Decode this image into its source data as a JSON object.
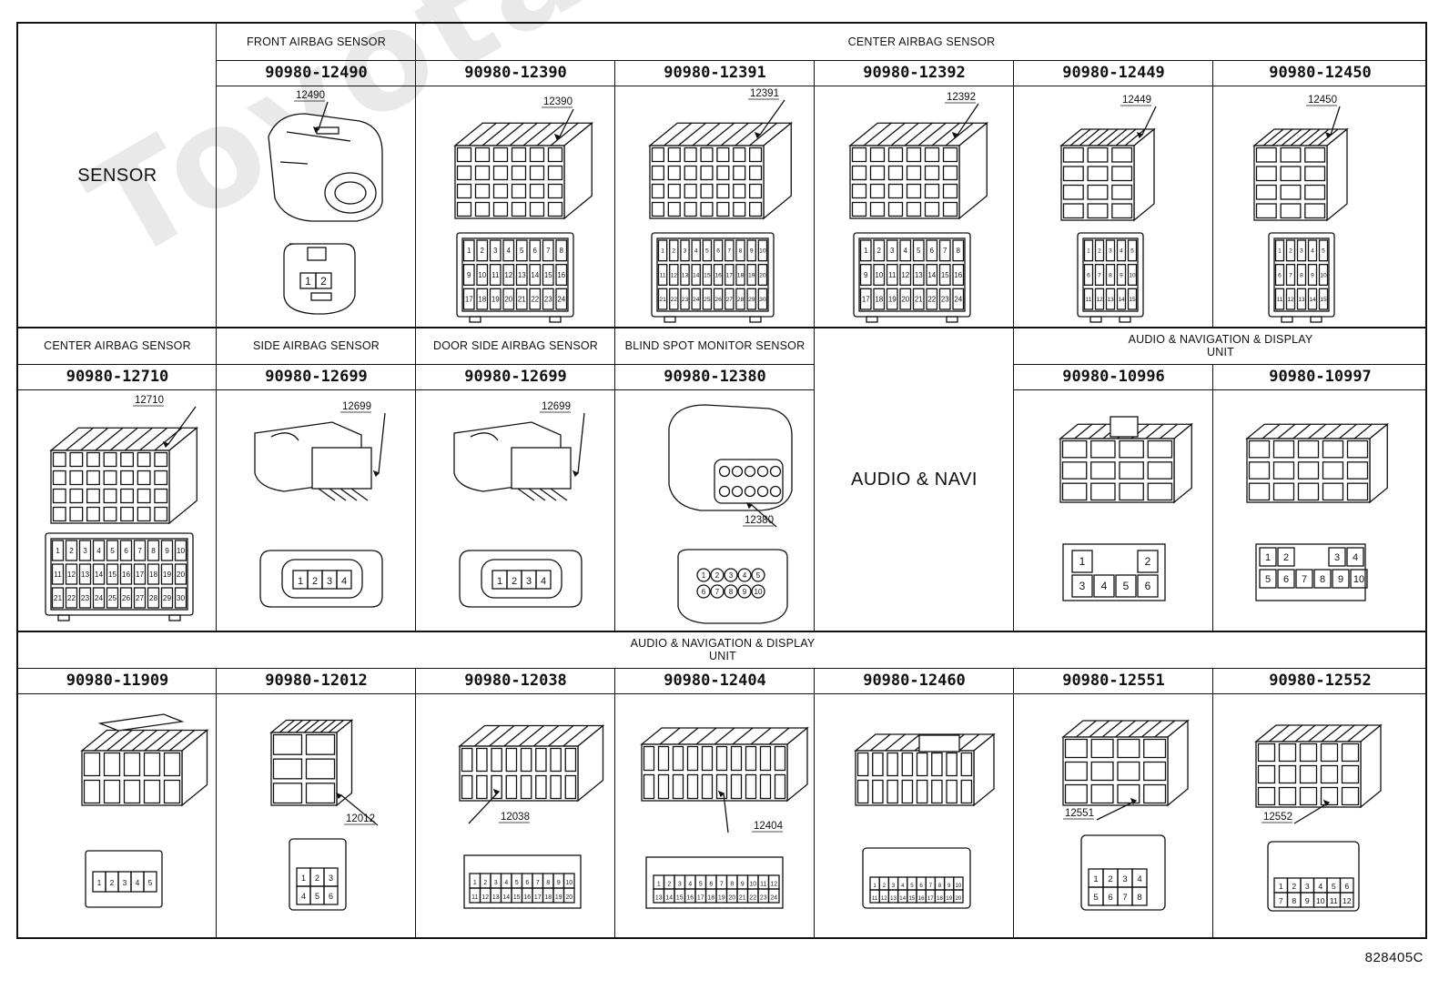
{
  "figure_code": "828405C",
  "watermark": "ToyotaCarMine.ru",
  "row1": {
    "left_label": "SENSOR",
    "front_header": "FRONT AIRBAG SENSOR",
    "center_header": "CENTER AIRBAG SENSOR",
    "connectors": [
      {
        "pn": "90980-12490",
        "callout": "12490",
        "pins": [
          "1",
          "2"
        ]
      },
      {
        "pn": "90980-12390",
        "callout": "12390",
        "pins": [
          "1",
          "2",
          "3",
          "4",
          "5",
          "6",
          "7",
          "8",
          "9",
          "10",
          "11",
          "12",
          "13",
          "14",
          "15",
          "16",
          "17",
          "18",
          "19",
          "20",
          "21",
          "22",
          "23",
          "24"
        ]
      },
      {
        "pn": "90980-12391",
        "callout": "12391",
        "pins": [
          "1",
          "2",
          "3",
          "4",
          "5",
          "6",
          "7",
          "8",
          "9",
          "10",
          "11",
          "12",
          "13",
          "14",
          "15",
          "16",
          "17",
          "18",
          "19",
          "20",
          "21",
          "22",
          "23",
          "24",
          "25",
          "26",
          "27",
          "28",
          "29",
          "30"
        ]
      },
      {
        "pn": "90980-12392",
        "callout": "12392",
        "pins": [
          "1",
          "2",
          "3",
          "4",
          "5",
          "6",
          "7",
          "8",
          "9",
          "10",
          "11",
          "12",
          "13",
          "14",
          "15",
          "16",
          "17",
          "18",
          "19",
          "20",
          "21",
          "22",
          "23",
          "24"
        ]
      },
      {
        "pn": "90980-12449",
        "callout": "12449",
        "pins": [
          "1",
          "2",
          "3",
          "4",
          "5",
          "6",
          "7",
          "8",
          "9",
          "10",
          "11",
          "12",
          "13",
          "14",
          "15"
        ]
      },
      {
        "pn": "90980-12450",
        "callout": "12450",
        "pins": [
          "1",
          "2",
          "3",
          "4",
          "5",
          "6",
          "7",
          "8",
          "9",
          "10",
          "11",
          "12",
          "13",
          "14",
          "15"
        ]
      }
    ]
  },
  "row2": {
    "headers": [
      "CENTER AIRBAG SENSOR",
      "SIDE AIRBAG SENSOR",
      "DOOR SIDE AIRBAG SENSOR",
      "BLIND SPOT MONITOR SENSOR"
    ],
    "audio_label": "AUDIO & NAVI",
    "audio_header_line1": "AUDIO & NAVIGATION & DISPLAY",
    "audio_header_line2": "UNIT",
    "connectors": [
      {
        "pn": "90980-12710",
        "callout": "12710",
        "pins": [
          "1",
          "2",
          "3",
          "4",
          "5",
          "6",
          "7",
          "8",
          "9",
          "10",
          "11",
          "12",
          "13",
          "14",
          "15",
          "16",
          "17",
          "18",
          "19",
          "20",
          "21",
          "22",
          "23",
          "24",
          "25",
          "26",
          "27",
          "28",
          "29",
          "30"
        ]
      },
      {
        "pn": "90980-12699",
        "callout": "12699",
        "pins": [
          "1",
          "2",
          "3",
          "4"
        ]
      },
      {
        "pn": "90980-12699",
        "callout": "12699",
        "pins": [
          "1",
          "2",
          "3",
          "4"
        ]
      },
      {
        "pn": "90980-12380",
        "callout": "12380",
        "pins": [
          "1",
          "2",
          "3",
          "4",
          "5",
          "6",
          "7",
          "8",
          "9",
          "10"
        ]
      },
      {
        "pn": "90980-10996",
        "callout": "",
        "pins": [
          "1",
          "2",
          "3",
          "4",
          "5",
          "6"
        ]
      },
      {
        "pn": "90980-10997",
        "callout": "",
        "pins": [
          "1",
          "2",
          "3",
          "4",
          "5",
          "6",
          "7",
          "8",
          "9",
          "10"
        ]
      }
    ]
  },
  "row3": {
    "header_line1": "AUDIO & NAVIGATION & DISPLAY",
    "header_line2": "UNIT",
    "connectors": [
      {
        "pn": "90980-11909",
        "callout": "",
        "pins": [
          "1",
          "2",
          "3",
          "4",
          "5"
        ]
      },
      {
        "pn": "90980-12012",
        "callout": "12012",
        "pins": [
          "1",
          "2",
          "3",
          "4",
          "5",
          "6"
        ]
      },
      {
        "pn": "90980-12038",
        "callout": "12038",
        "pins": [
          "1",
          "2",
          "3",
          "4",
          "5",
          "6",
          "7",
          "8",
          "9",
          "10",
          "11",
          "12",
          "13",
          "14",
          "15",
          "16",
          "17",
          "18",
          "19",
          "20"
        ]
      },
      {
        "pn": "90980-12404",
        "callout": "12404",
        "pins": [
          "1",
          "2",
          "3",
          "4",
          "5",
          "6",
          "7",
          "8",
          "9",
          "10",
          "11",
          "12",
          "13",
          "14",
          "15",
          "16",
          "17",
          "18",
          "19",
          "20",
          "21",
          "22",
          "23",
          "24"
        ]
      },
      {
        "pn": "90980-12460",
        "callout": "",
        "pins": [
          "1",
          "2",
          "3",
          "4",
          "5",
          "6",
          "7",
          "8",
          "9",
          "10",
          "11",
          "12",
          "13",
          "14",
          "15",
          "16",
          "17",
          "18",
          "19",
          "20"
        ]
      },
      {
        "pn": "90980-12551",
        "callout": "12551",
        "pins": [
          "1",
          "2",
          "3",
          "4",
          "5",
          "6",
          "7",
          "8"
        ]
      },
      {
        "pn": "90980-12552",
        "callout": "12552",
        "pins": [
          "1",
          "2",
          "3",
          "4",
          "5",
          "6",
          "7",
          "8",
          "9",
          "10",
          "11",
          "12"
        ]
      }
    ]
  }
}
